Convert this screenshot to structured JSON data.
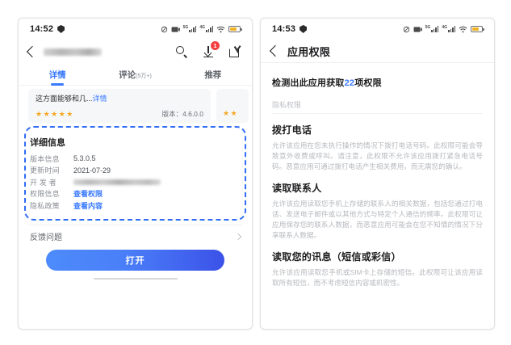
{
  "left_screen": {
    "statusbar": {
      "time": "14:52",
      "icons": [
        "shield-icon",
        "mute-icon",
        "camera-icon",
        "sim1-5g-signal-icon",
        "sim2-4g-signal-icon",
        "wifi-icon",
        "battery-icon"
      ]
    },
    "appbar": {
      "back_icon": "chevron-left-icon",
      "title_redacted": "",
      "search_icon": "search-icon",
      "download_icon": "download-icon",
      "download_badge": "1",
      "share_icon": "share-icon"
    },
    "tabs": [
      {
        "label": "详情",
        "sub": "",
        "active": true
      },
      {
        "label": "评论",
        "sub": "(5万+)",
        "active": false
      },
      {
        "label": "推荐",
        "sub": "",
        "active": false
      }
    ],
    "reviews": [
      {
        "text": "这方面能够和几...",
        "more_label": "详情",
        "stars": "★★★★★",
        "version_label": "版本：4.6.0.0"
      },
      {
        "text": "",
        "more_label": "",
        "stars": "★★",
        "version_label": ""
      }
    ],
    "detail": {
      "title": "详细信息",
      "rows": [
        {
          "label": "版本信息",
          "value": "5.3.0.5",
          "type": "text"
        },
        {
          "label": "更新时间",
          "value": "2021-07-29",
          "type": "text"
        },
        {
          "label": "开 发 者",
          "value": "",
          "type": "redacted"
        },
        {
          "label": "权限信息",
          "value": "查看权限",
          "type": "link"
        },
        {
          "label": "隐私政策",
          "value": "查看内容",
          "type": "link"
        }
      ]
    },
    "feedback": {
      "label": "反馈问题",
      "chevron_icon": "chevron-right-icon"
    },
    "open_button": {
      "label": "打开",
      "gradient_from": "#4d8bfb",
      "gradient_to": "#3b52e8"
    }
  },
  "right_screen": {
    "statusbar": {
      "time": "14:53",
      "icons": [
        "shield-icon",
        "mute-icon",
        "camera-icon",
        "sim1-5g-signal-icon",
        "sim2-4g-signal-icon",
        "wifi-icon",
        "battery-icon"
      ]
    },
    "header": {
      "back_icon": "chevron-left-icon",
      "title": "应用权限"
    },
    "summary": {
      "prefix": "检测出此应用获取",
      "count": "22",
      "suffix": "项权限",
      "count_color": "#3a7afe"
    },
    "section_label": "隐私权限",
    "permissions": [
      {
        "name": "拨打电话",
        "description": "允许该应用在您未执行操作的情况下拨打电话号码。此权限可能会导致意外收费或呼叫。请注意，此权限不允许该应用拨打紧急电话号码。恶意应用可通过拨打电话产生相关费用，而无需您的确认。"
      },
      {
        "name": "读取联系人",
        "description": "允许该应用读取您手机上存储的联系人的相关数据，包括您通过打电话、发送电子邮件或以其他方式与特定个人通信的频率。此权限可让应用保存您的联系人数据，而恶意应用可能会在您不知情的情况下分享联系人数据。"
      },
      {
        "name": "读取您的讯息（短信或彩信）",
        "description": "允许该应用读取您手机或SIM卡上存储的短信。此权限可让该应用读取所有短信，而不考虑短信内容或机密性。"
      }
    ]
  },
  "theme": {
    "accent_blue": "#3a7afe",
    "highlight_dashed": "#2f6df6",
    "star_color": "#f6a723",
    "badge_red": "#f53f3f"
  }
}
